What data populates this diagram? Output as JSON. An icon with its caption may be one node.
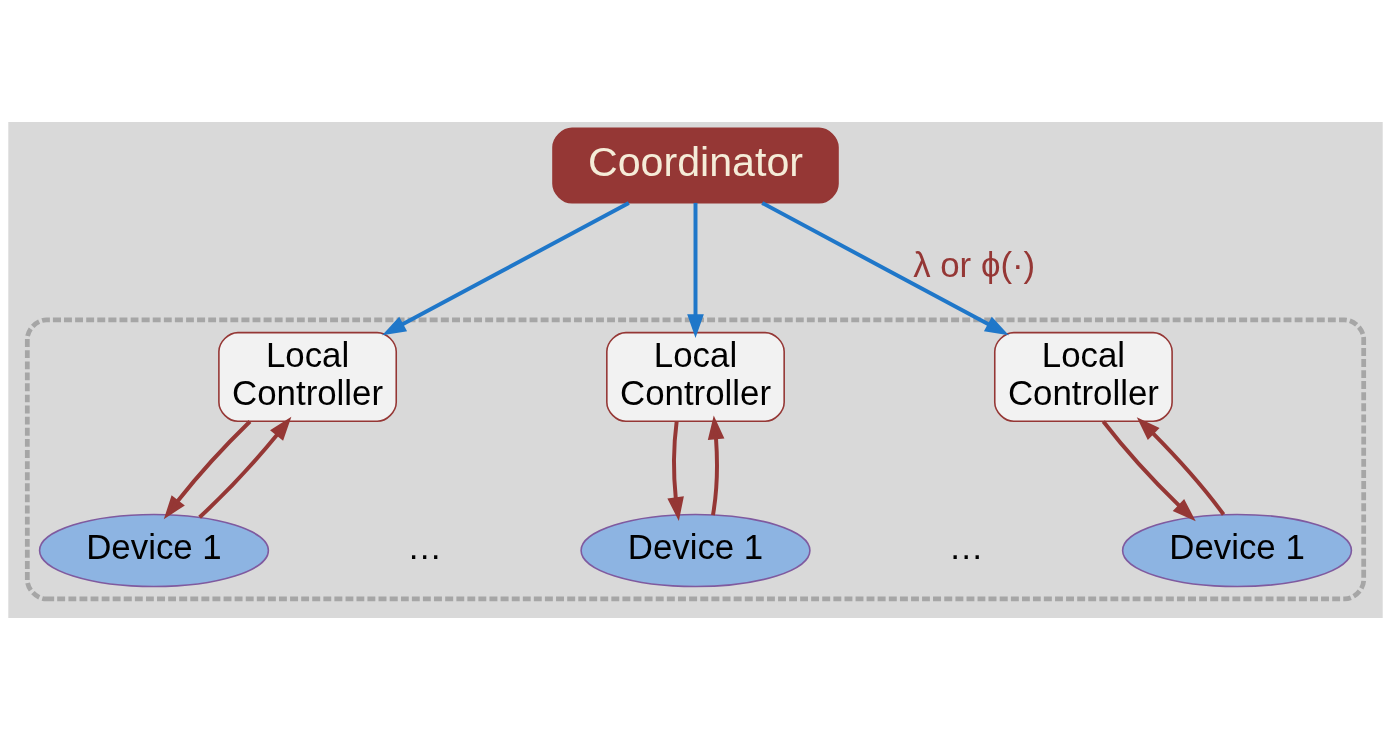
{
  "diagram": {
    "nodes": [
      {
        "text": [
          "Coordinator"
        ]
      },
      {
        "text": [],
        "shape": "box"
      },
      {
        "text": [
          "Local Controller"
        ],
        "in": 1
      },
      {
        "text": [
          "Local Controller"
        ],
        "in": 1
      },
      {
        "text": [
          "Local Controller"
        ],
        "in": 1
      },
      {
        "text": [
          "Device 1"
        ],
        "in": 1
      },
      {
        "text": [
          "Device 1"
        ],
        "in": 1
      },
      {
        "text": [
          "Device 1"
        ],
        "in": 1
      }
    ],
    "edges": [
      {
        "from": 0,
        "to": 2,
        "arrow": "to",
        "color": "#1f77c9"
      },
      {
        "from": 0,
        "to": 3,
        "arrow": "to",
        "color": "#1f77c9"
      },
      {
        "from": 0,
        "to": 4,
        "arrow": "to",
        "label": "λ or ϕ(·)",
        "color": "#1f77c9"
      },
      {
        "from": 2,
        "to": 5,
        "arrow": "to"
      },
      {
        "from": 5,
        "to": 2,
        "arrow": "to"
      },
      {
        "from": 3,
        "to": 6,
        "arrow": "to"
      },
      {
        "from": 6,
        "to": 3,
        "arrow": "to"
      },
      {
        "from": 4,
        "to": 7,
        "arrow": "to"
      },
      {
        "from": 7,
        "to": 4,
        "arrow": "to"
      }
    ],
    "labels": [
      "…",
      "…"
    ]
  }
}
